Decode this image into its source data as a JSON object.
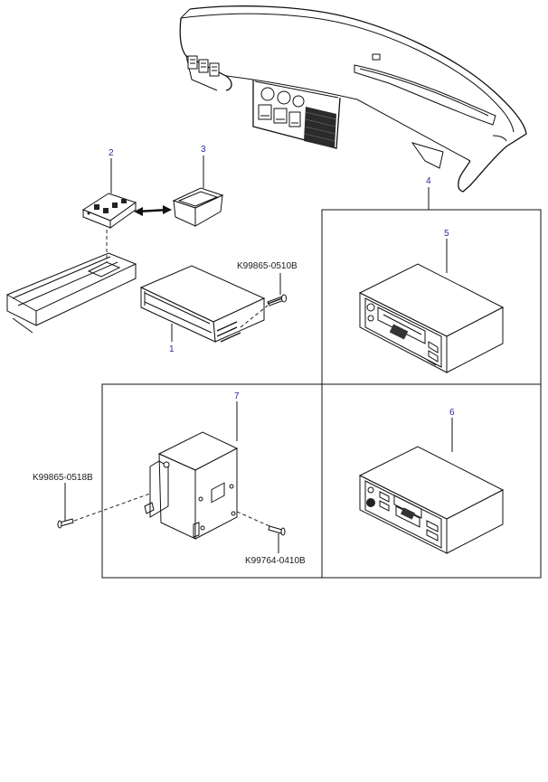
{
  "callouts": {
    "c1": "1",
    "c2": "2",
    "c3": "3",
    "c4": "4",
    "c5": "5",
    "c6": "6",
    "c7": "7"
  },
  "part_codes": {
    "screw_top": "K99865-0510B",
    "screw_left": "K99865-0518B",
    "screw_bracket": "K99764-0410B"
  }
}
